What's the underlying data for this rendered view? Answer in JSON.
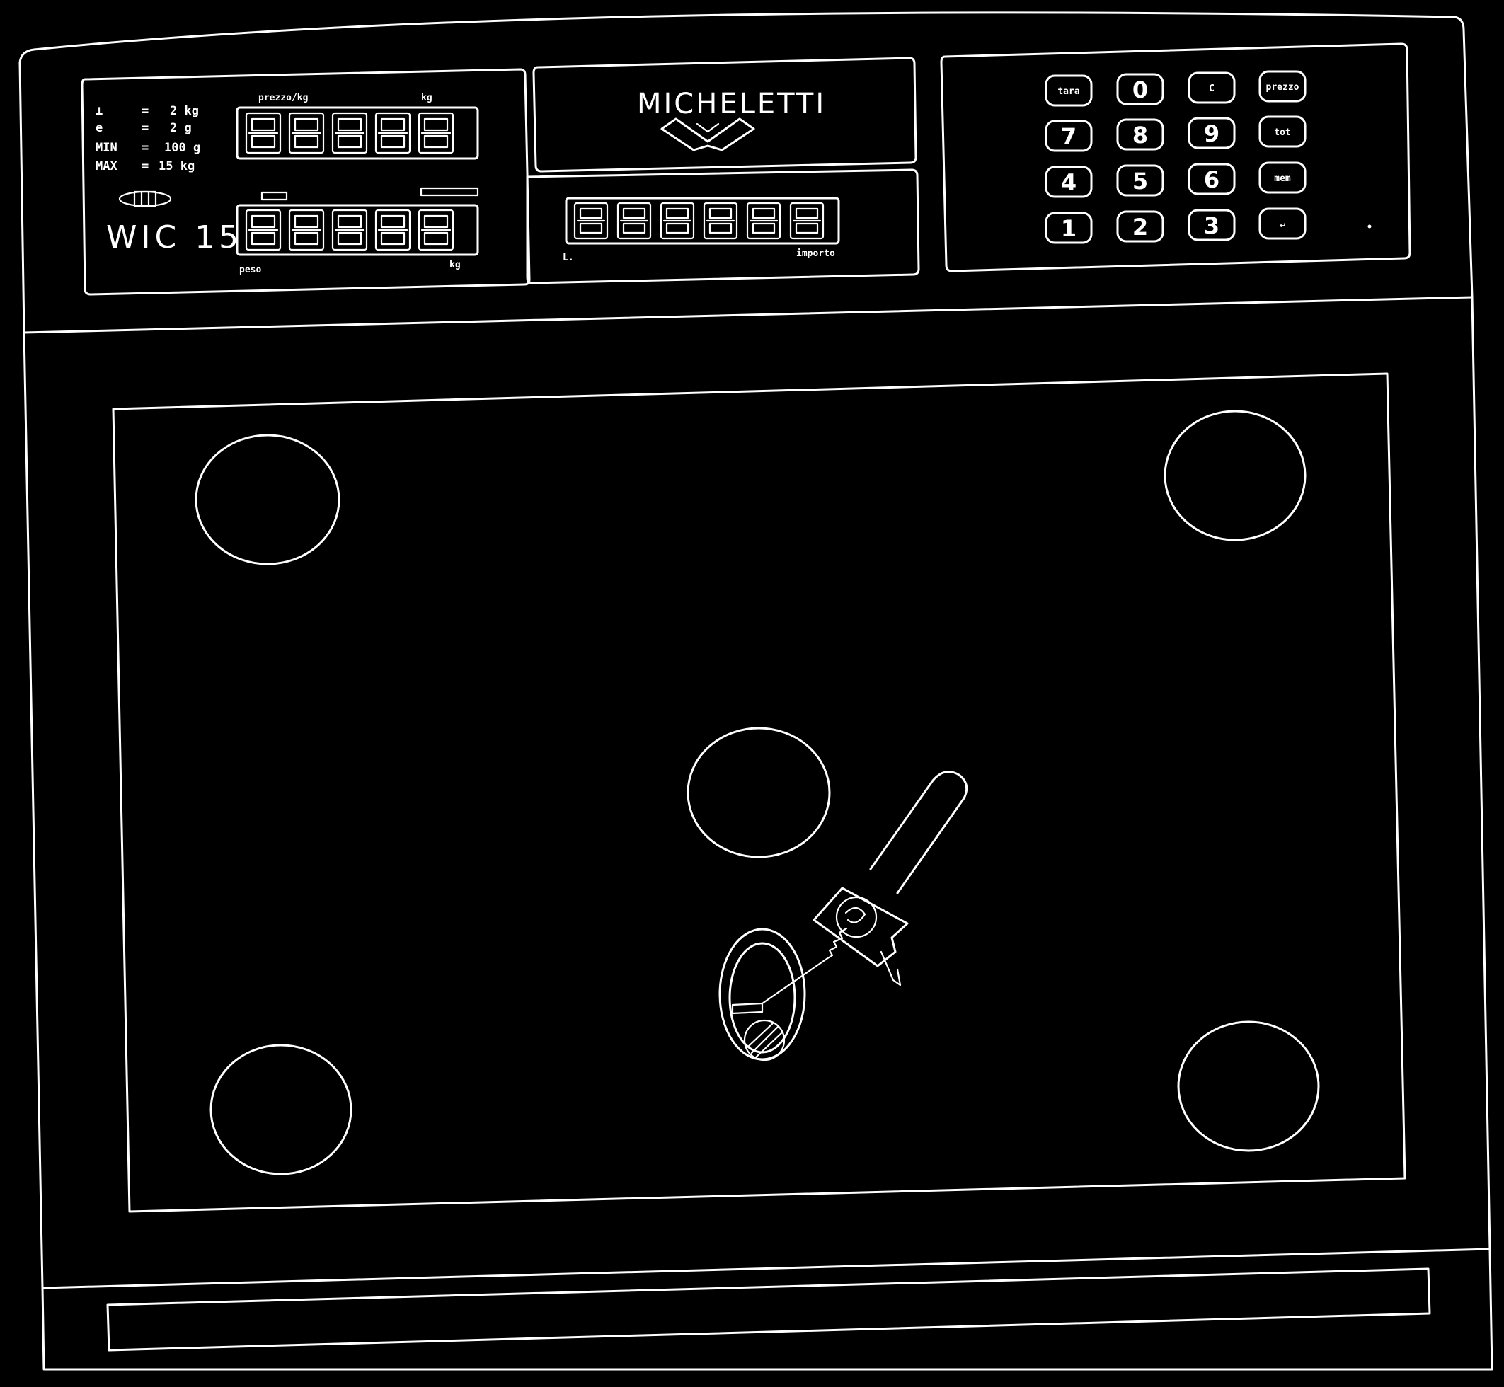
{
  "specs": {
    "rows": [
      {
        "key": "⊥",
        "op": "=",
        "value": "2 kg"
      },
      {
        "key": "e",
        "op": "=",
        "value": "2 g"
      },
      {
        "key": "MIN",
        "op": "=",
        "value": "100 g"
      },
      {
        "key": "MAX",
        "op": "=",
        "value": "15 kg"
      }
    ]
  },
  "model": "WIC 15",
  "brand": "MICHELETTI",
  "displays": {
    "top_left_label": "prezzo/kg",
    "top_right_label": "kg",
    "bottom_left_label": "peso",
    "bottom_right_label": "kg",
    "long_left_label": "L.",
    "long_right_label": "importo"
  },
  "keypad": {
    "keys": [
      {
        "id": "r1c1",
        "label": "tara",
        "kind": "word"
      },
      {
        "id": "r1c2",
        "label": "0",
        "kind": "digit"
      },
      {
        "id": "r1c3",
        "label": "C",
        "kind": "word"
      },
      {
        "id": "r1c4",
        "label": "prezzo",
        "kind": "word"
      },
      {
        "id": "r2c1",
        "label": "7",
        "kind": "digit"
      },
      {
        "id": "r2c2",
        "label": "8",
        "kind": "digit"
      },
      {
        "id": "r2c3",
        "label": "9",
        "kind": "digit"
      },
      {
        "id": "r2c4",
        "label": "tot",
        "kind": "word"
      },
      {
        "id": "r3c1",
        "label": "4",
        "kind": "digit"
      },
      {
        "id": "r3c2",
        "label": "5",
        "kind": "digit"
      },
      {
        "id": "r3c3",
        "label": "6",
        "kind": "digit"
      },
      {
        "id": "r3c4",
        "label": "mem",
        "kind": "word"
      },
      {
        "id": "r4c1",
        "label": "1",
        "kind": "digit"
      },
      {
        "id": "r4c2",
        "label": "2",
        "kind": "digit"
      },
      {
        "id": "r4c3",
        "label": "3",
        "kind": "digit"
      },
      {
        "id": "r4c4",
        "label": "↵",
        "kind": "word"
      }
    ]
  },
  "colors": {
    "background": "#000000",
    "line": "#ffffff"
  }
}
